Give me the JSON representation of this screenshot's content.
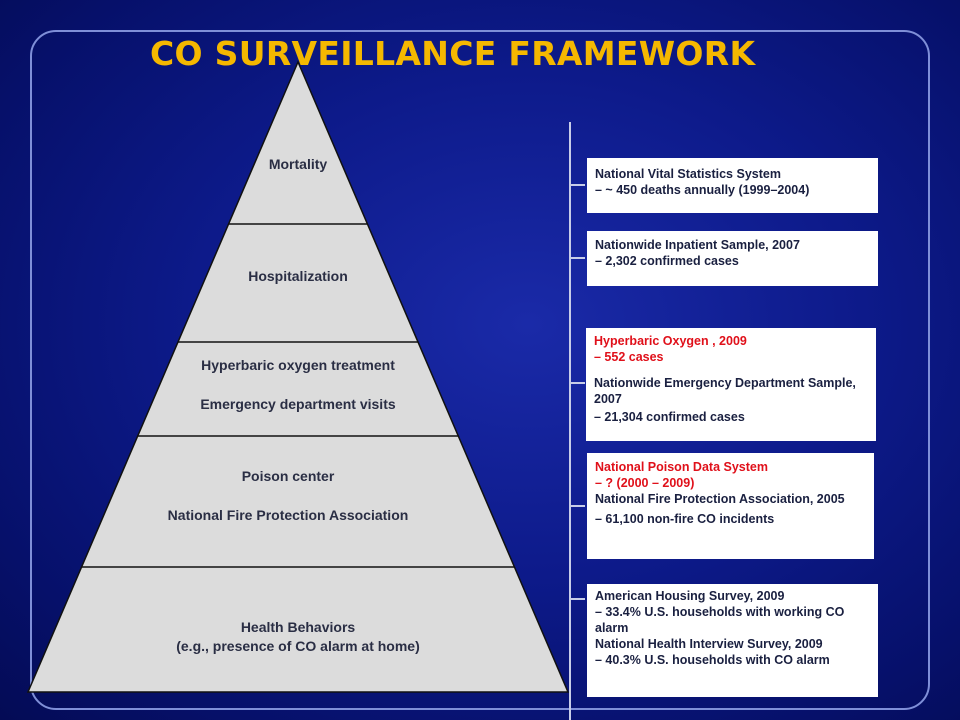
{
  "title": "CO SURVEILLANCE FRAMEWORK",
  "pyramid": {
    "tier1": "Mortality",
    "tier2": "Hospitalization",
    "tier3_a": "Hyperbaric oxygen treatment",
    "tier3_b": "Emergency department visits",
    "tier4_a": "Poison center",
    "tier4_b": "National Fire Protection Association",
    "tier5_a": "Health Behaviors",
    "tier5_b": "(e.g., presence of CO alarm at home)"
  },
  "boxes": {
    "b1": {
      "l1": "National Vital Statistics System",
      "l2": "– ~ 450 deaths annually (1999–2004)"
    },
    "b2": {
      "l1": "Nationwide Inpatient Sample, 2007",
      "l2": "– 2,302 confirmed cases"
    },
    "b3": {
      "l1": "Hyperbaric Oxygen , 2009",
      "l2": "– 552 cases",
      "l3": "Nationwide Emergency Department Sample, 2007",
      "l4": "– 21,304 confirmed cases"
    },
    "b4": {
      "l1": "National Poison Data System",
      "l2": "– ? (2000 – 2009)",
      "l3": "National Fire Protection Association, 2005",
      "l4": "– 61,100 non-fire CO incidents"
    },
    "b5": {
      "l1": "American Housing Survey, 2009",
      "l2": "– 33.4% U.S. households with working CO alarm",
      "l3": "National Health Interview Survey, 2009",
      "l4": "– 40.3% U.S. households with CO alarm"
    }
  },
  "colors": {
    "title": "#f5b800",
    "highlight": "#e0101a",
    "pyramid_fill": "#dcdcdc",
    "background": "#0d1a8a"
  }
}
